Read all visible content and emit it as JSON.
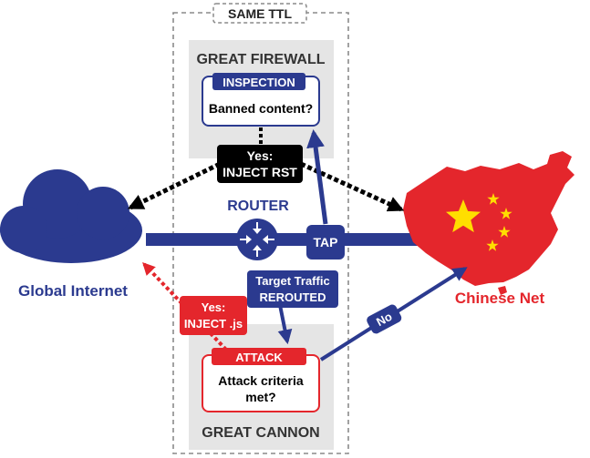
{
  "top_label": "SAME TTL",
  "firewall": {
    "title": "GREAT FIREWALL",
    "box_header": "INSPECTION",
    "box_text": "Banned content?"
  },
  "yes_rst": {
    "line1": "Yes:",
    "line2": "INJECT RST"
  },
  "router": {
    "label": "ROUTER"
  },
  "tap": "TAP",
  "target": {
    "line1": "Target Traffic",
    "line2": "REROUTED"
  },
  "global_internet": "Global Internet",
  "chinese_net": "Chinese Net",
  "yes_js": {
    "line1": "Yes:",
    "line2": "INJECT .js"
  },
  "no_label": "No",
  "cannon": {
    "title": "GREAT CANNON",
    "box_header": "ATTACK",
    "box_line1": "Attack criteria",
    "box_line2": "met?"
  },
  "colors": {
    "navy": "#2b3a8f",
    "red": "#e4262c",
    "panel_gray": "#e5e5e5",
    "black": "#000000",
    "star_yellow": "#ffde00"
  }
}
